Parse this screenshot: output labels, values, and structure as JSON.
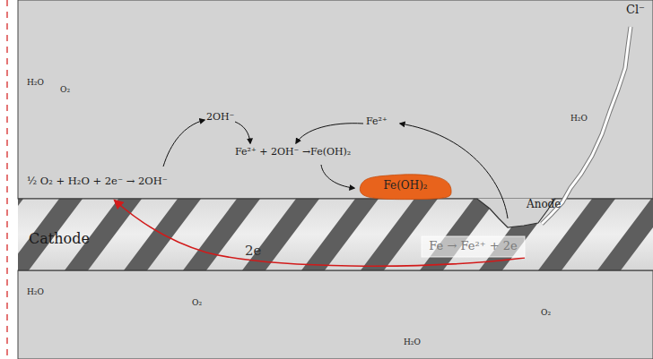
{
  "diagram": {
    "nodes": [
      {
        "text": [
          "Cathode"
        ]
      },
      {
        "text": [
          "Fe(OH)₂"
        ]
      },
      {
        "text": [
          "Fe → Fe²⁺ + 2e"
        ],
        "in": 0
      }
    ],
    "labels": [
      "Cl⁻",
      "H₂O",
      "O₂",
      "2OH⁻",
      "Fe²⁺",
      "H₂O",
      "Fe²⁺ + 2OH⁻ →Fe(OH)₂",
      "½ O₂ + H₂O + 2e⁻ → 2OH⁻",
      "Anode",
      "2e",
      "H₂O",
      "O₂",
      "O₂",
      "H₂O"
    ]
  }
}
